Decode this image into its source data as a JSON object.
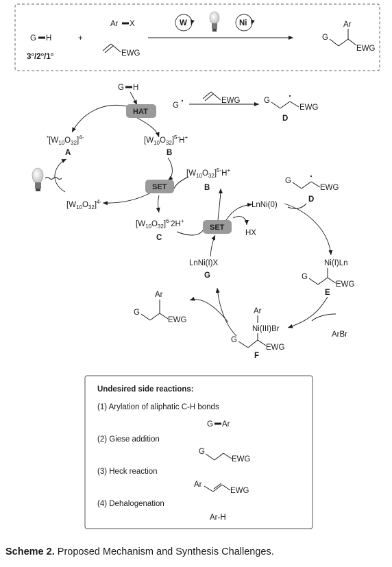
{
  "top_reaction": {
    "substrate_g": "G",
    "substrate_h": "H",
    "selectivity": "3°/2°/1°",
    "plus": "+",
    "arx_ar": "Ar",
    "arx_x": "X",
    "alkene_ewg": "EWG",
    "w_label": "W",
    "ni_label": "Ni",
    "product_g": "G",
    "product_ar": "Ar",
    "product_ewg": "EWG"
  },
  "hat_cycle": {
    "hat": "HAT",
    "set_upper": "SET",
    "g_h_g": "G",
    "g_h_h": "H",
    "radical_g": "G",
    "alkene_ewg": "EWG",
    "species_a_label": "A",
    "species_b_label": "B",
    "species_c_label": "C",
    "species_d_label": "D",
    "d_ewg": "EWG",
    "d_g": "G"
  },
  "ni_cycle": {
    "set_lower": "SET",
    "lnni0": "LnNi(0)",
    "hx": "HX",
    "d_g": "G",
    "d_ewg": "EWG",
    "d_label": "D",
    "e_ni": "Ni(I)Ln",
    "e_g": "G",
    "e_ewg": "EWG",
    "e_label": "E",
    "arbr": "ArBr",
    "f_ar": "Ar",
    "f_ni": "Ni(III)Br",
    "f_g": "G",
    "f_ewg": "EWG",
    "f_label": "F",
    "g_species": "LnNi(I)X",
    "g_label": "G",
    "product_ar": "Ar",
    "product_g": "G",
    "product_ewg": "EWG",
    "b_label": "B"
  },
  "side_reactions": {
    "title": "Undesired side reactions:",
    "items": [
      {
        "label": "(1) Arylation of aliphatic C-H bonds",
        "structure_left": "G",
        "structure_right": "Ar"
      },
      {
        "label": "(2) Giese addition",
        "structure_left": "G",
        "structure_right": "EWG"
      },
      {
        "label": "(3) Heck reaction",
        "structure_left": "Ar",
        "structure_right": "EWG"
      },
      {
        "label": "(4) Dehalogenation",
        "structure_left": "Ar-H",
        "structure_right": ""
      }
    ]
  },
  "caption": {
    "bold": "Scheme 2.",
    "text": " Proposed Mechanism and Synthesis Challenges."
  }
}
